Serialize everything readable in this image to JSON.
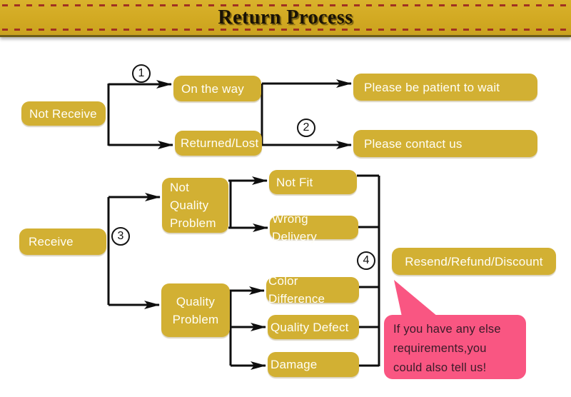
{
  "header": {
    "title": "Return Process"
  },
  "steps": {
    "s1": "1",
    "s2": "2",
    "s3": "3",
    "s4": "4"
  },
  "nodes": {
    "not_receive": "Not Receive",
    "on_the_way": "On the way",
    "returned_lost": "Returned/Lost",
    "please_wait": "Please be patient to wait",
    "please_contact": "Please contact us",
    "receive": "Receive",
    "not_quality_problem": "Not\nQuality\nProblem",
    "not_fit": "Not Fit",
    "wrong_delivery": "Wrong Delivery",
    "quality_problem": "Quality\nProblem",
    "color_difference": "Color Difference",
    "quality_defect": "Quality Defect",
    "damage": "Damage",
    "resend": "Resend/Refund/Discount"
  },
  "bubble": {
    "text": "If you have any else\nrequirements,you\ncould also tell us!"
  },
  "colors": {
    "box_gold": "#d2b033",
    "banner_gold": "#d2a922",
    "dash_red": "#a03122",
    "line_black": "#0e0e0e",
    "bubble_pink": "#f95682",
    "node_text": "#ffffff",
    "title_text": "#191206"
  }
}
